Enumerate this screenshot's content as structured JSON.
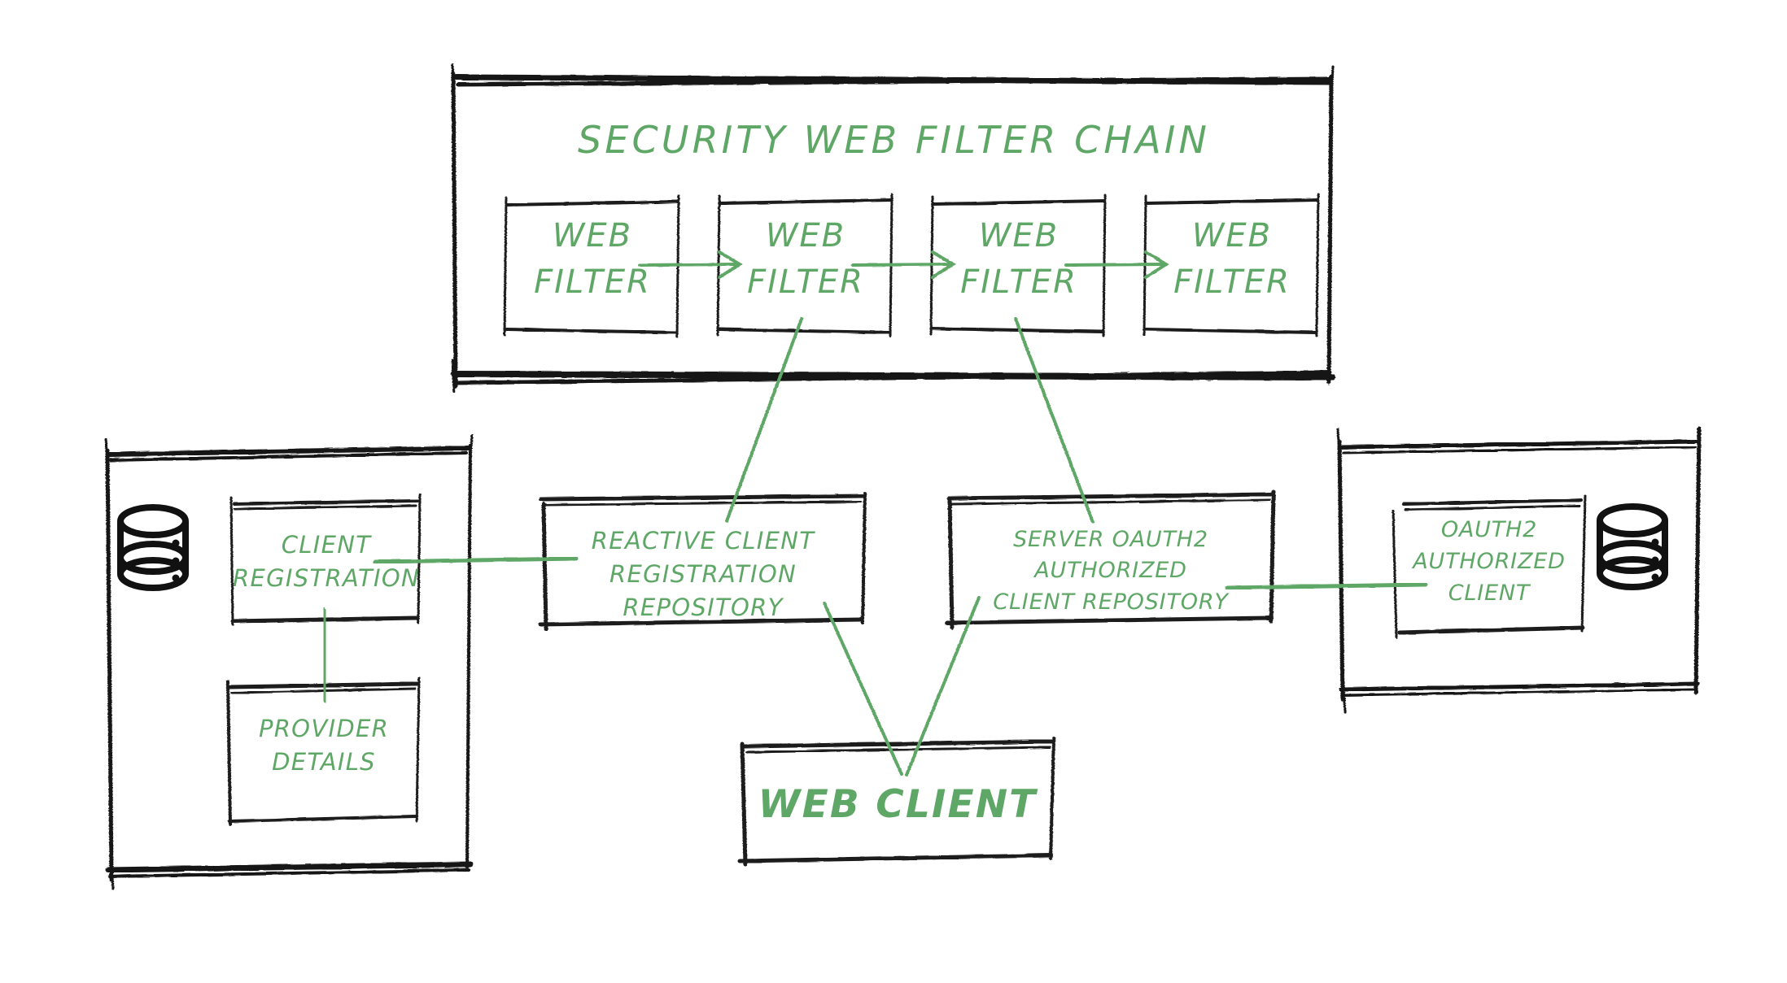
{
  "diagram": {
    "title": "Spring Security Reactive OAuth2 Client Architecture",
    "palette": {
      "stroke": "#1a1a1a",
      "accent": "#5fa766",
      "background": "#ffffff"
    },
    "filter_chain": {
      "container_label": "SECURITY WEB FILTER CHAIN",
      "filters": [
        {
          "id": "web-filter-1",
          "label": "WEB\nFILTER"
        },
        {
          "id": "web-filter-2",
          "label": "WEB\nFILTER"
        },
        {
          "id": "web-filter-3",
          "label": "WEB\nFILTER"
        },
        {
          "id": "web-filter-4",
          "label": "WEB\nFILTER"
        }
      ],
      "arrows": [
        {
          "from": "web-filter-1",
          "to": "web-filter-2",
          "style": "arrow"
        },
        {
          "from": "web-filter-2",
          "to": "web-filter-3",
          "style": "arrow"
        },
        {
          "from": "web-filter-3",
          "to": "web-filter-4",
          "style": "arrow"
        }
      ]
    },
    "left_store": {
      "icon": "database-icon",
      "nodes": [
        {
          "id": "client-registration",
          "label": "CLIENT\nREGISTRATION"
        },
        {
          "id": "provider-details",
          "label": "PROVIDER\nDETAILS"
        }
      ]
    },
    "right_store": {
      "icon": "database-icon",
      "nodes": [
        {
          "id": "oauth2-authorized-client",
          "label": "OAUTH2\nAUTHORIZED\nCLIENT"
        }
      ]
    },
    "middle_nodes": [
      {
        "id": "reactive-client-registration-repository",
        "label": "REACTIVE CLIENT\nREGISTRATION REPOSITORY"
      },
      {
        "id": "server-oauth2-authorized-client-repository",
        "label": "SERVER OAUTH2 AUTHORIZED\nCLIENT REPOSITORY"
      }
    ],
    "web_client": {
      "id": "web-client",
      "label": "WEB CLIENT"
    },
    "connections": [
      {
        "from": "client-registration",
        "to": "provider-details",
        "kind": "line"
      },
      {
        "from": "client-registration",
        "to": "reactive-client-registration-repository",
        "kind": "line"
      },
      {
        "from": "web-filter-2",
        "to": "reactive-client-registration-repository",
        "kind": "line"
      },
      {
        "from": "web-filter-3",
        "to": "server-oauth2-authorized-client-repository",
        "kind": "line"
      },
      {
        "from": "reactive-client-registration-repository",
        "to": "web-client",
        "kind": "line"
      },
      {
        "from": "server-oauth2-authorized-client-repository",
        "to": "web-client",
        "kind": "line"
      },
      {
        "from": "server-oauth2-authorized-client-repository",
        "to": "oauth2-authorized-client",
        "kind": "line"
      }
    ]
  }
}
